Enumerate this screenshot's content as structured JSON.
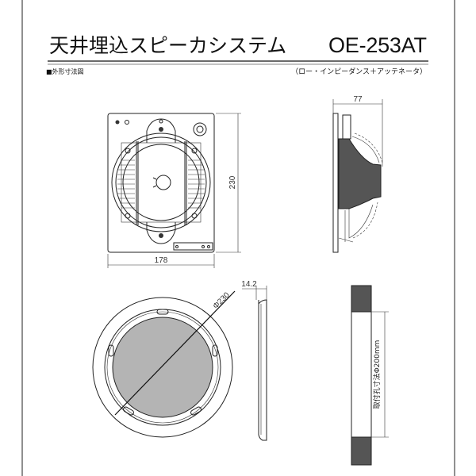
{
  "header": {
    "title": "天井埋込スピーカシステム",
    "model": "OE-253AT",
    "section_label": "■外形寸法図",
    "subtitle": "（ロー・インピーダンス＋アッテネータ）"
  },
  "dimensions": {
    "front_width": "178",
    "front_height": "230",
    "side_depth": "77",
    "grille_diameter": "Φ230",
    "grille_thickness": "14.2",
    "cutout": "取付孔寸法Φ200mm"
  },
  "colors": {
    "body_dark": "#555555",
    "grille_gray": "#b4b4b4",
    "line": "#222222"
  }
}
